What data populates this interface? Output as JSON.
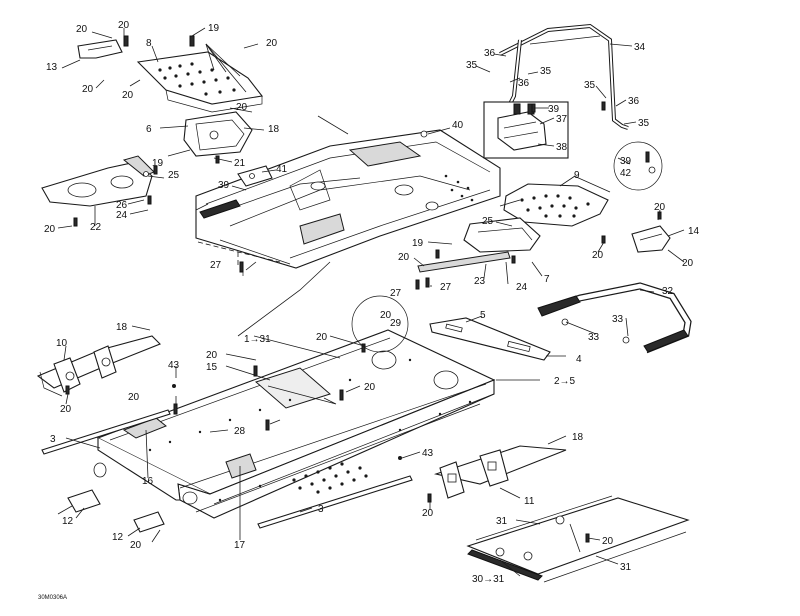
{
  "drawing_code": "30M0306A",
  "callouts": {
    "c1": "20",
    "c2": "20",
    "c3": "19",
    "c4": "8",
    "c5": "20",
    "c6": "13",
    "c7": "20",
    "c8": "20",
    "c9": "20",
    "c10": "6",
    "c11": "18",
    "c12": "19",
    "c13": "21",
    "c14": "25",
    "c15": "26",
    "c16": "24",
    "c17": "20",
    "c18": "22",
    "c19": "39",
    "c20": "41",
    "c21": "40",
    "c22": "27",
    "c23": "36",
    "c24": "35",
    "c25": "36",
    "c26": "35",
    "c27": "34",
    "c28": "35",
    "c29": "36",
    "c30": "35",
    "c31": "39",
    "c32": "37",
    "c33": "38",
    "c34": "39",
    "c35": "42",
    "c36": "9",
    "c37": "20",
    "c38": "14",
    "c39": "20",
    "c40": "20",
    "c41": "25",
    "c42": "19",
    "c43": "7",
    "c44": "20",
    "c45": "23",
    "c46": "27",
    "c47": "27",
    "c48": "24",
    "c49": "32",
    "c50": "33",
    "c51": "33",
    "c52": "18",
    "c53": "10",
    "c54": "20",
    "c55": "1→31",
    "c56": "20",
    "c57": "20",
    "c58": "29",
    "c59": "5",
    "c60": "4",
    "c61": "15",
    "c62": "20",
    "c63": "43",
    "c64": "2→5",
    "c65": "20",
    "c66": "20",
    "c67": "3",
    "c68": "28",
    "c69": "16",
    "c70": "43",
    "c71": "18",
    "c72": "11",
    "c73": "20",
    "c74": "12",
    "c75": "12",
    "c76": "20",
    "c77": "3",
    "c78": "17",
    "c79": "31",
    "c80": "20",
    "c81": "30→31",
    "c82": "31"
  }
}
